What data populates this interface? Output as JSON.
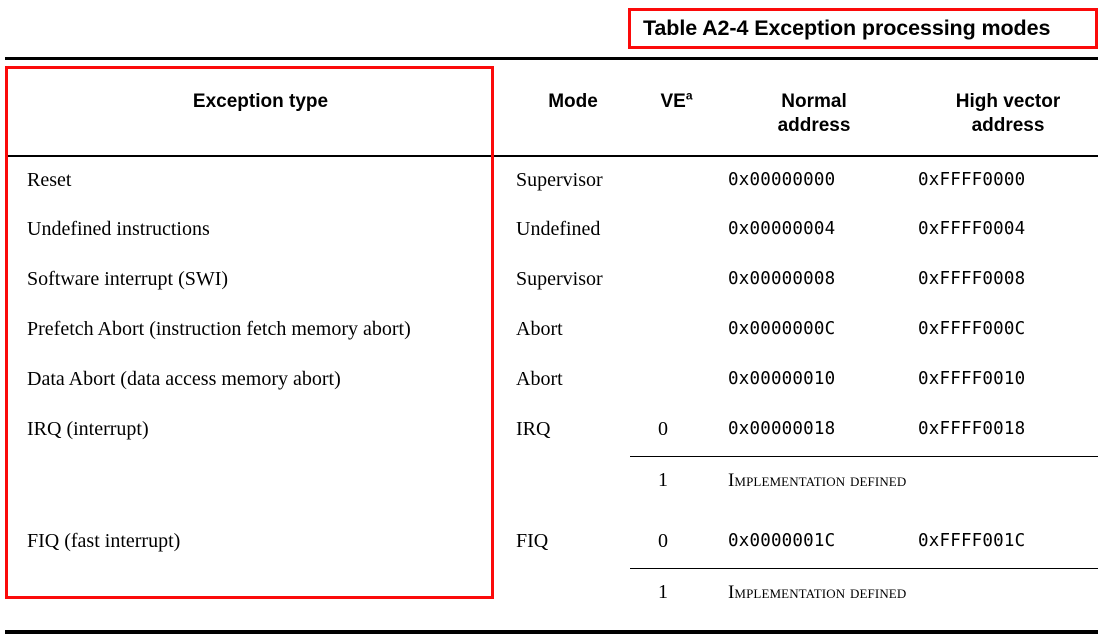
{
  "caption": {
    "text": "Table A2-4 Exception processing modes",
    "highlight_color": "#fb0a0a"
  },
  "table": {
    "headers": {
      "exception_type": "Exception type",
      "mode": "Mode",
      "ve": "VE",
      "ve_footnote_marker": "a",
      "normal_address_line1": "Normal",
      "normal_address_line2": "address",
      "high_vector_line1": "High vector",
      "high_vector_line2": "address"
    },
    "rows": [
      {
        "exception_type": "Reset",
        "mode": "Supervisor",
        "ve": "",
        "normal_address": "0x00000000",
        "high_vector_address": "0xFFFF0000"
      },
      {
        "exception_type": "Undefined instructions",
        "mode": "Undefined",
        "ve": "",
        "normal_address": "0x00000004",
        "high_vector_address": "0xFFFF0004"
      },
      {
        "exception_type": "Software interrupt (SWI)",
        "mode": "Supervisor",
        "ve": "",
        "normal_address": "0x00000008",
        "high_vector_address": "0xFFFF0008"
      },
      {
        "exception_type": "Prefetch Abort (instruction fetch memory abort)",
        "mode": "Abort",
        "ve": "",
        "normal_address": "0x0000000C",
        "high_vector_address": "0xFFFF000C"
      },
      {
        "exception_type": "Data Abort (data access memory abort)",
        "mode": "Abort",
        "ve": "",
        "normal_address": "0x00000010",
        "high_vector_address": "0xFFFF0010"
      },
      {
        "exception_type": "IRQ (interrupt)",
        "mode": "IRQ",
        "sub_rows": [
          {
            "ve": "0",
            "normal_address": "0x00000018",
            "high_vector_address": "0xFFFF0018"
          },
          {
            "ve": "1",
            "spanned_text": "Implementation defined"
          }
        ]
      },
      {
        "exception_type": "FIQ (fast interrupt)",
        "mode": "FIQ",
        "sub_rows": [
          {
            "ve": "0",
            "normal_address": "0x0000001C",
            "high_vector_address": "0xFFFF001C"
          },
          {
            "ve": "1",
            "spanned_text": "Implementation defined"
          }
        ]
      }
    ]
  }
}
